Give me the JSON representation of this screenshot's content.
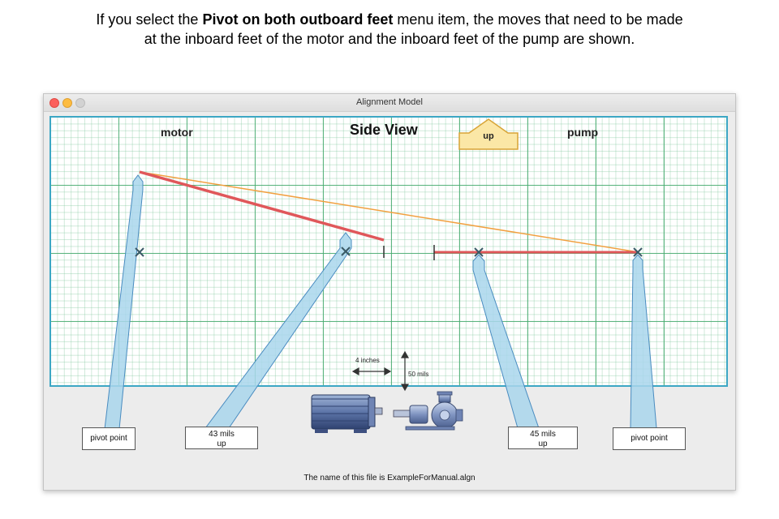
{
  "caption": {
    "part1": "If you select the ",
    "bold": "Pivot on both outboard feet",
    "part2": " menu item, the moves that need to be made",
    "line2": "at the inboard feet of the motor and the inboard feet of the pump are shown."
  },
  "window": {
    "title": "Alignment Model"
  },
  "diagram": {
    "motor_label": "motor",
    "pump_label": "pump",
    "view_label": "Side View",
    "up_label": "up",
    "scale_inches": "4 inches",
    "scale_mils": "50 mils"
  },
  "callouts": {
    "left_pivot": "pivot point",
    "motor_inboard_value": "43 mils",
    "motor_inboard_dir": "up",
    "pump_inboard_value": "45 mils",
    "pump_inboard_dir": "up",
    "right_pivot": "pivot point"
  },
  "footer": {
    "filename_text": "The name of this file is ExampleForManual.algn"
  },
  "colors": {
    "grid_border": "#3ca7c4",
    "grid_major": "#46aa6e",
    "shaft_red": "#e0575a",
    "reference_orange": "#f2a040",
    "arrow_fill": "#a9d6ec",
    "up_arrow_fill": "#fbe7a6",
    "up_arrow_stroke": "#d8a436"
  },
  "icons": {
    "motor": "electric-motor-icon",
    "pump": "centrifugal-pump-icon",
    "marker": "x-mark-icon"
  }
}
